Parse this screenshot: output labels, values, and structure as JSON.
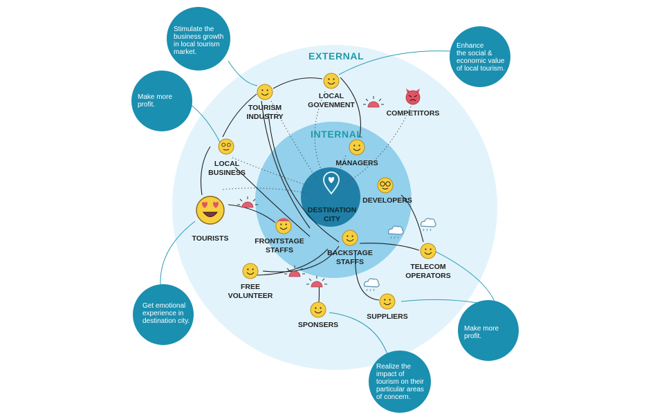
{
  "colors": {
    "outer_ring": "#e3f3fb",
    "inner_ring": "#92d0ec",
    "center": "#1f7fa7",
    "callout": "#1a8fb0",
    "face": "#f6cf3f",
    "face_stroke": "#b88a1a",
    "devil": "#e05563",
    "sun": "#e06070",
    "cloud": "#5a8fb0"
  },
  "rings": {
    "external": "EXTERNAL",
    "internal": "INTERNAL"
  },
  "center": {
    "line1": "DESTINATION",
    "line2": "CITY",
    "icon": "location-pin-heart-icon"
  },
  "nodes": {
    "tourism_industry": [
      "TOURISM",
      "INDUSTRY"
    ],
    "local_government": [
      "LOCAL",
      "GOVENMENT"
    ],
    "competitors": [
      "COMPETITORS"
    ],
    "managers": [
      "MANAGERS"
    ],
    "local_business": [
      "LOCAL",
      "BUSINESS"
    ],
    "developers": [
      "DEVELOPERS"
    ],
    "tourists": [
      "TOURISTS"
    ],
    "frontstage_staffs": [
      "FRONTSTAGE",
      "STAFFS"
    ],
    "backstage_staffs": [
      "BACKSTAGE",
      "STAFFS"
    ],
    "telecom_operators": [
      "TELECOM",
      "OPERATORS"
    ],
    "free_volunteer": [
      "FREE",
      "VOLUNTEER"
    ],
    "suppliers": [
      "SUPPLIERS"
    ],
    "sponsers": [
      "SPONSERS"
    ]
  },
  "callouts": {
    "tourism_industry": [
      "Stimulate the",
      "business growth",
      "in local tourism",
      "market."
    ],
    "local_government": [
      "Enhance",
      "the social &",
      "economic value",
      "of local tourism."
    ],
    "local_business": [
      "Make more",
      "profit."
    ],
    "tourists": [
      "Get emotional",
      "experience in",
      "destination city."
    ],
    "telecom_operators": [
      "Make more",
      "profit."
    ],
    "sponsers": [
      "Realize the",
      "impact of",
      "tourism on their",
      "particular areas",
      "of concern."
    ]
  },
  "icons": {
    "smiley": "smiley-face-icon",
    "heart_eyes": "heart-eyes-face-icon",
    "dizzy": "dizzy-face-icon",
    "glasses": "glasses-face-icon",
    "devil": "devil-face-icon",
    "sun": "sun-icon",
    "rain_cloud": "rain-cloud-icon"
  }
}
